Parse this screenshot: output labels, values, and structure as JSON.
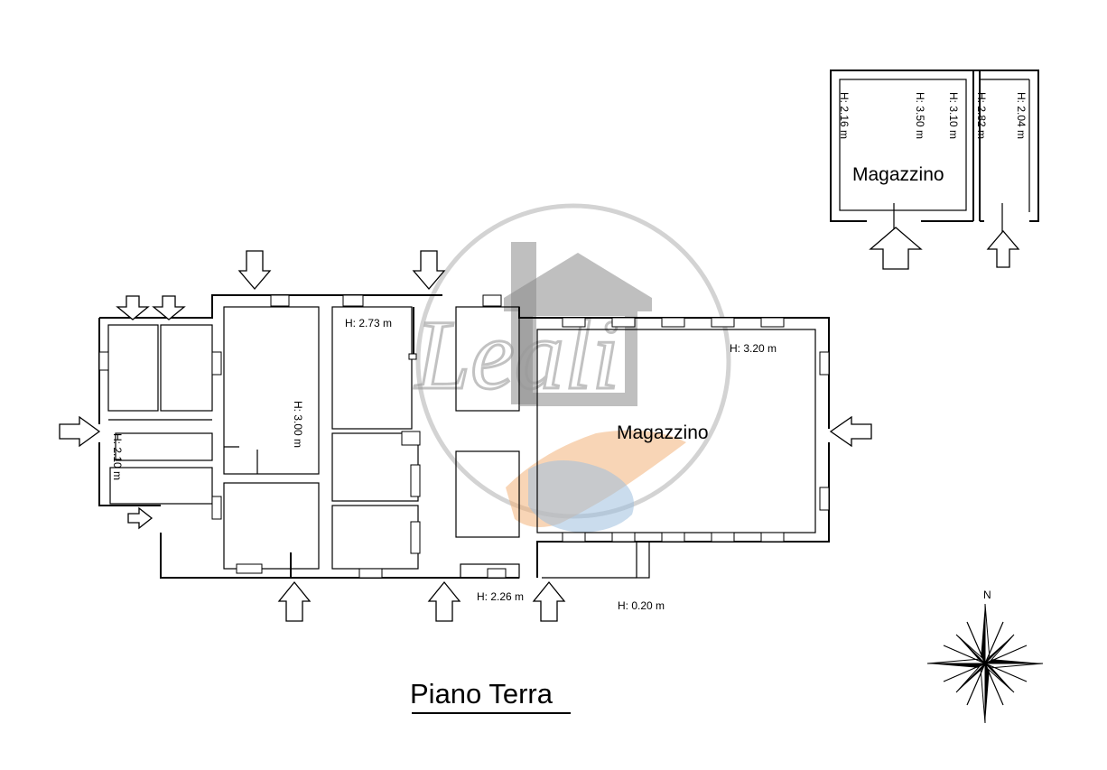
{
  "title": "Piano Terra",
  "watermark": {
    "text": "Leali",
    "colors": {
      "gray": "#8a8a8a",
      "orange": "#f2b27a",
      "blue": "#9fbfdf"
    }
  },
  "compass": {
    "label": "N"
  },
  "main_building": {
    "storage_label": "Magazzino",
    "heights": {
      "h_entrance": "H: 2.10 m",
      "h_hall": "H: 3.00 m",
      "h_room": "H: 2.73 m",
      "h_storage": "H: 3.20 m",
      "h_corridor": "H: 2.26 m",
      "h_step": "H: 0.20 m"
    }
  },
  "annex": {
    "storage_label": "Magazzino",
    "heights": [
      "H: 2.16 m",
      "H: 3.50 m",
      "H: 3.10 m",
      "H: 2.82 m",
      "H: 2.04 m"
    ]
  },
  "icons": [
    "entrance-arrow-icon",
    "compass-rose-icon",
    "logo-watermark-icon"
  ]
}
